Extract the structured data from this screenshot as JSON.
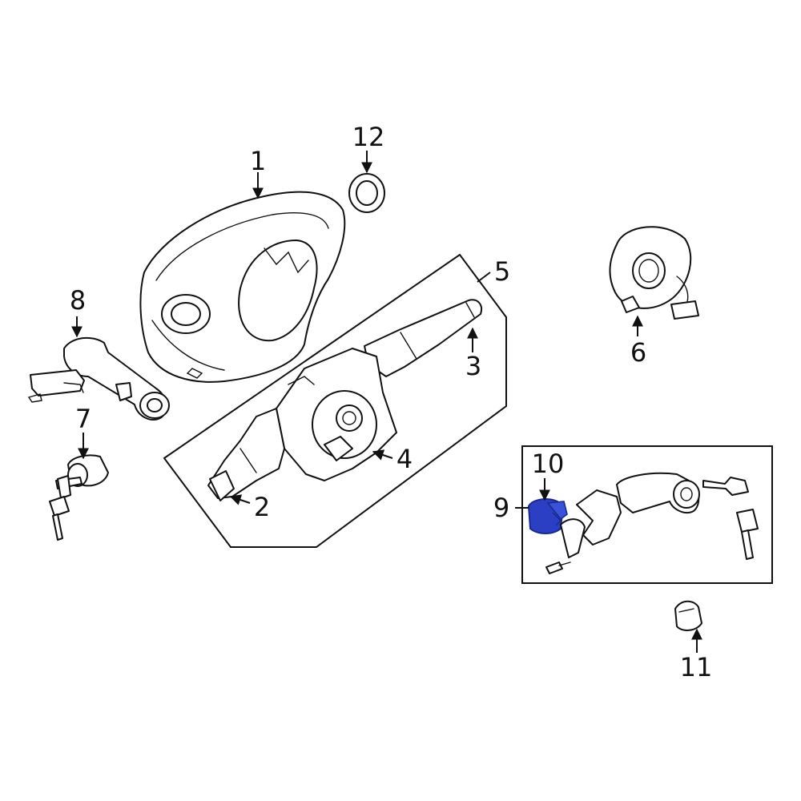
{
  "colors": {
    "line": "#111111",
    "background": "#ffffff",
    "highlight": "#2b3fc4",
    "highlight_dark": "#1a2a8c"
  },
  "callouts": {
    "c1": "1",
    "c2": "2",
    "c3": "3",
    "c4": "4",
    "c5": "5",
    "c6": "6",
    "c7": "7",
    "c8": "8",
    "c9": "9",
    "c10": "10",
    "c11": "11",
    "c12": "12"
  },
  "highlighted_part": "10"
}
